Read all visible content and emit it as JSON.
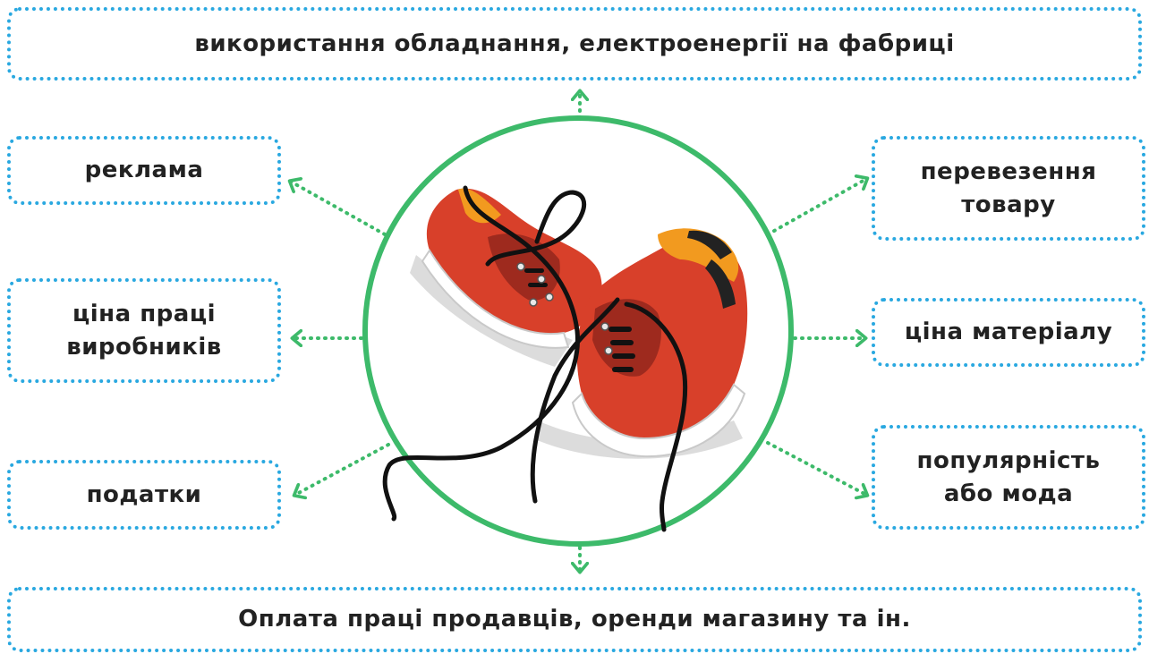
{
  "top_box": "використання обладнання, електроенергії на фабриці",
  "bottom_box": "Оплата праці продавців, оренди магазину та ін.",
  "left": {
    "ads": "реклама",
    "labor": "ціна праці\nвиробників",
    "taxes": "податки"
  },
  "right": {
    "transport": "перевезення\nтовару",
    "material": "ціна матеріалу",
    "popularity": "популярність\nабо мода"
  },
  "colors": {
    "box_border": "#29a8e0",
    "circle": "#3dba6a",
    "arrow": "#3dba6a",
    "shoe_main": "#d8402a",
    "shoe_dark": "#9e2a1e",
    "shoe_accent": "#f29a1f"
  },
  "center_image": "sneakers-icon"
}
